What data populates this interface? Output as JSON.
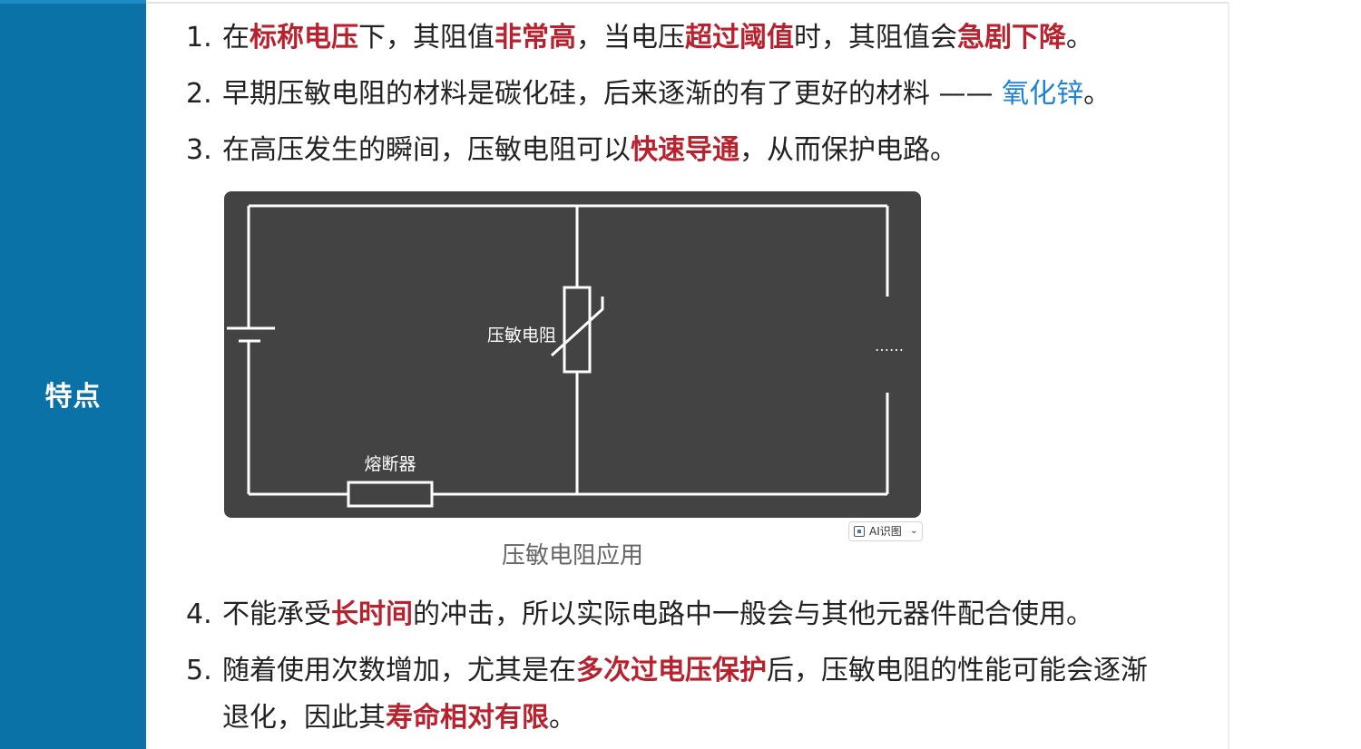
{
  "sidebar": {
    "label": "特点"
  },
  "items": [
    {
      "num": "1.",
      "segments": [
        {
          "t": "在"
        },
        {
          "t": "标称电压",
          "h": true
        },
        {
          "t": "下，其阻值"
        },
        {
          "t": "非常高",
          "h": true
        },
        {
          "t": "，当电压"
        },
        {
          "t": "超过阈值",
          "h": true
        },
        {
          "t": "时，其阻值会"
        },
        {
          "t": "急剧下降",
          "h": true
        },
        {
          "t": "。"
        }
      ]
    },
    {
      "num": "2.",
      "segments": [
        {
          "t": "早期压敏电阻的材料是碳化硅，后来逐渐的有了更好的材料 —— "
        },
        {
          "t": "氧化锌",
          "link": true
        },
        {
          "t": "。"
        }
      ]
    },
    {
      "num": "3.",
      "segments": [
        {
          "t": "在高压发生的瞬间，压敏电阻可以"
        },
        {
          "t": "快速导通",
          "h": true
        },
        {
          "t": "，从而保护电路。"
        }
      ]
    },
    {
      "num": "4.",
      "segments": [
        {
          "t": "不能承受"
        },
        {
          "t": "长时间",
          "h": true
        },
        {
          "t": "的冲击，所以实际电路中一般会与其他元器件配合使用。"
        }
      ]
    },
    {
      "num": "5.",
      "segments": [
        {
          "t": "随着使用次数增加，尤其是在"
        },
        {
          "t": "多次过电压保护",
          "h": true
        },
        {
          "t": "后，压敏电阻的性能可能会逐渐"
        },
        {
          "br": true
        },
        {
          "t": "退化，因此其"
        },
        {
          "t": "寿命相对有限",
          "h": true
        },
        {
          "t": "。"
        }
      ]
    }
  ],
  "figure": {
    "varistor_label": "压敏电阻",
    "fuse_label": "熔断器",
    "ellipsis": "……",
    "caption": "压敏电阻应用",
    "ai_badge": "AI识图",
    "ai_caret": "⌄"
  },
  "colors": {
    "sidebar": "#0b72a8",
    "highlight": "#b8222e",
    "link": "#1e83d3",
    "figure_bg": "#434343"
  }
}
